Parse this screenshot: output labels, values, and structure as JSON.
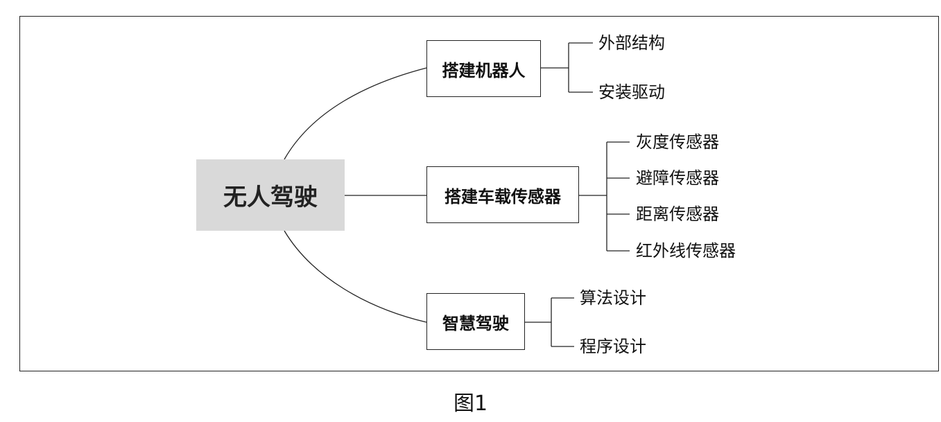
{
  "root": {
    "label": "无人驾驶"
  },
  "branches": [
    {
      "label": "搭建机器人",
      "children": [
        "外部结构",
        "安装驱动"
      ]
    },
    {
      "label": "搭建车载传感器",
      "children": [
        "灰度传感器",
        "避障传感器",
        "距离传感器",
        "红外线传感器"
      ]
    },
    {
      "label": "智慧驾驶",
      "children": [
        "算法设计",
        "程序设计"
      ]
    }
  ],
  "caption": "图1",
  "colors": {
    "root_fill": "#d9d9d9",
    "line": "#222222"
  }
}
